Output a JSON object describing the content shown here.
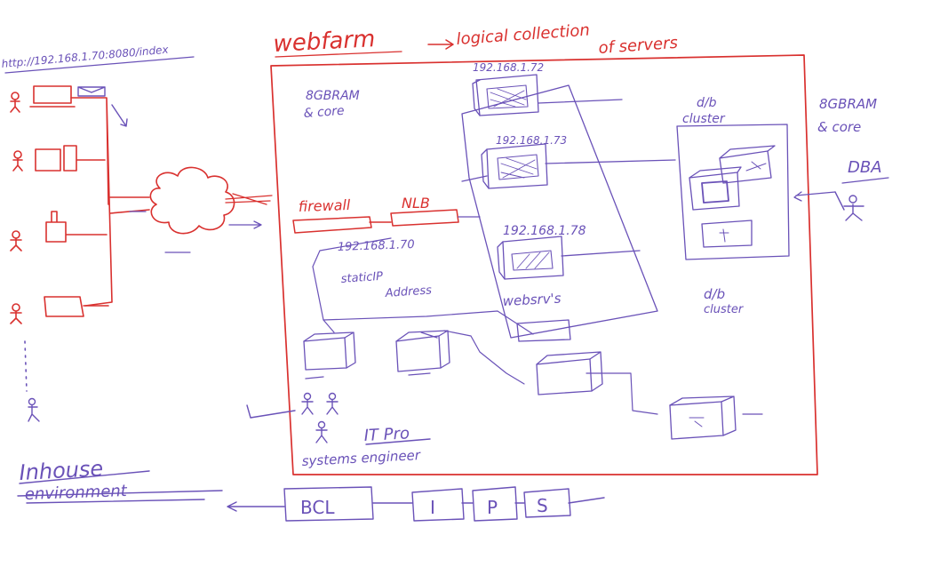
{
  "colors": {
    "red": "#d9312f",
    "purple": "#6a52b8",
    "lightpurple": "#8a7ccc"
  },
  "labels": {
    "url": "http://192.168.1.70:8080/index",
    "webfarm": "webfarm",
    "logical_1": "logical collection",
    "logical_2": "of servers",
    "ram_left_1": "8GBRAM",
    "ram_left_2": "& core",
    "ip_top": "192.168.1.72",
    "ip_mid": "192.168.1.73",
    "ip_low": "192.168.1.78",
    "firewall": "firewall",
    "nlb": "NLB",
    "nlb_ip": "192.168.1.70",
    "static_1": "staticIP",
    "static_2": "Address",
    "websrvs": "websrv's",
    "db_cluster_top_1": "d/b",
    "db_cluster_top_2": "cluster",
    "db_cluster_low_1": "d/b",
    "db_cluster_low_2": "cluster",
    "ram_right_1": "8GBRAM",
    "ram_right_2": "& core",
    "dba": "DBA",
    "itpro": "IT Pro",
    "sys_engineer": "systems engineer",
    "inhouse_1": "Inhouse",
    "inhouse_2": "environment",
    "bcl": "BCL",
    "i": "I",
    "p": "P",
    "s": "S"
  }
}
